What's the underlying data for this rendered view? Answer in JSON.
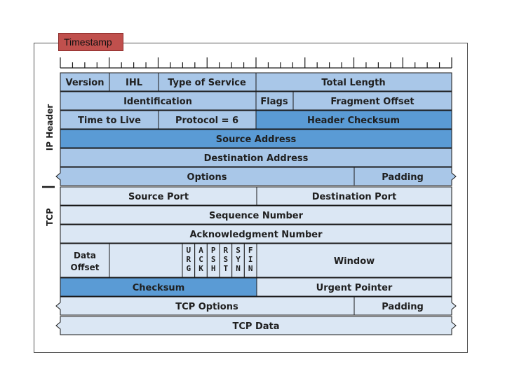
{
  "tag_label": "Timestamp",
  "side_labels": {
    "ip": "IP Header",
    "tcp": "TCP"
  },
  "colors": {
    "dark": "#5a9bd5",
    "mid": "#a9c7e8",
    "light": "#dbe7f4",
    "border": "#1a1a1a"
  },
  "cells": {
    "version": "Version",
    "ihl": "IHL",
    "type_of_service": "Type of Service",
    "total_length": "Total Length",
    "identification": "Identification",
    "flags": "Flags",
    "fragment_offset": "Fragment Offset",
    "time_to_live": "Time to Live",
    "protocol": "Protocol = 6",
    "header_checksum": "Header Checksum",
    "source_address": "Source Address",
    "destination_address": "Destination Address",
    "ip_options": "Options",
    "ip_padding": "Padding",
    "source_port": "Source Port",
    "destination_port": "Destination Port",
    "sequence_number": "Sequence Number",
    "ack_number": "Acknowledgment Number",
    "data_offset_line1": "Data",
    "data_offset_line2": "Offset",
    "window": "Window",
    "checksum": "Checksum",
    "urgent_pointer": "Urgent Pointer",
    "tcp_options": "TCP Options",
    "tcp_padding": "Padding",
    "tcp_data": "TCP Data"
  },
  "flag_bits": [
    [
      "U",
      "R",
      "G"
    ],
    [
      "A",
      "C",
      "K"
    ],
    [
      "P",
      "S",
      "H"
    ],
    [
      "R",
      "S",
      "T"
    ],
    [
      "S",
      "Y",
      "N"
    ],
    [
      "F",
      "I",
      "N"
    ]
  ]
}
